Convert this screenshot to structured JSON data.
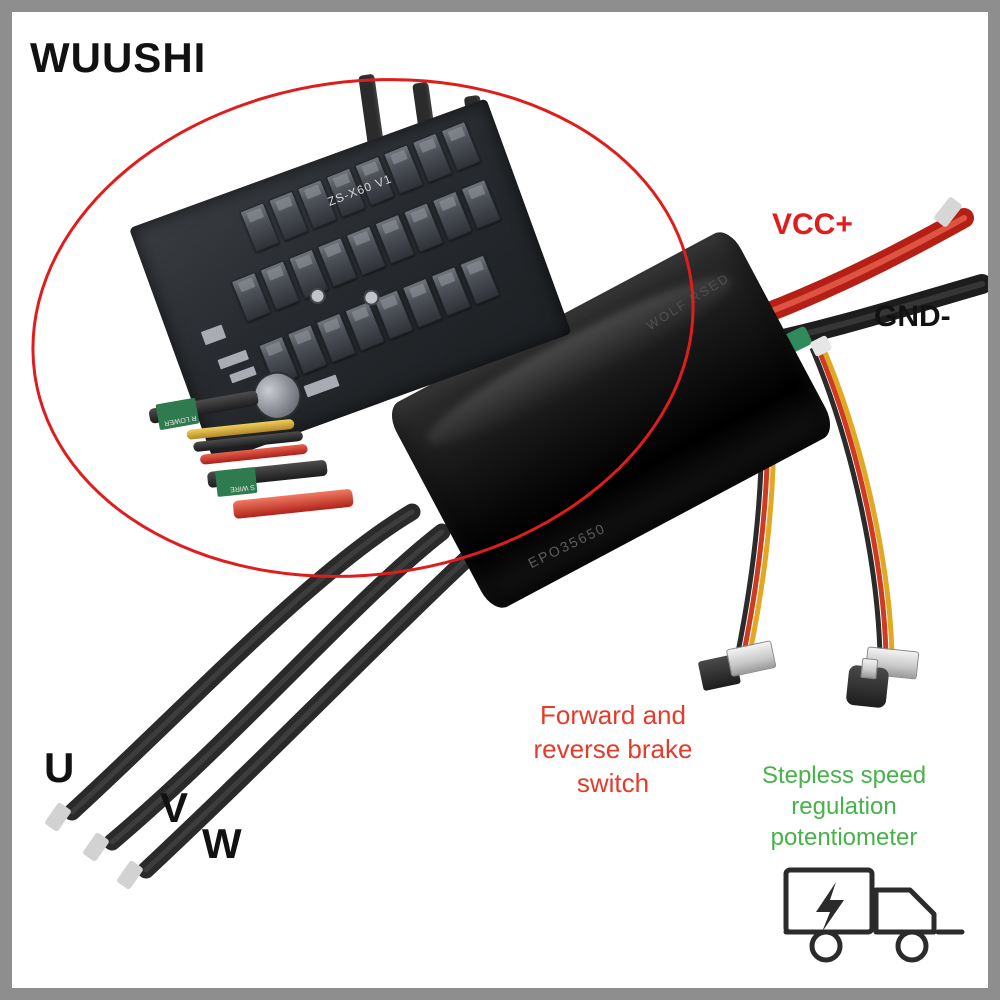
{
  "image": {
    "kind": "product-photo",
    "subject": "brushless ESC speed controller with connection labels",
    "background_color": "#ffffff",
    "frame_color": "#8e8e8e"
  },
  "brand": {
    "name": "WUUSHI",
    "color": "#111111"
  },
  "callout": {
    "shape": "ellipse",
    "color": "#e01d1d",
    "description": "red ellipse highlighting the internal PCB"
  },
  "pcb": {
    "silkscreen": "ZS-X60 V1",
    "wire_tag_lines": [
      "R LOWER",
      "S WIRE"
    ],
    "mosfet_count_top": 8,
    "mosfet_count_bottom": 9
  },
  "esc": {
    "print_bottom": "EPO35650",
    "print_top": "WOLF RSED"
  },
  "labels": {
    "vcc": "VCC+",
    "gnd": "GND-",
    "phase_u": "U",
    "phase_v": "V",
    "phase_w": "W",
    "forward_reverse": "Forward and\nreverse brake\nswitch",
    "potentiometer": "Stepless speed\nregulation\npotentiometer"
  },
  "colors": {
    "vcc_label": "#e01d1d",
    "gnd_label": "#111111",
    "forward_label": "#e43b2a",
    "potentiometer_label": "#46b34a",
    "wire_red": "#d5281c",
    "wire_black": "#262626"
  },
  "badge": {
    "name": "free-shipping-truck",
    "description": "line-art delivery truck with lightning bolt"
  }
}
